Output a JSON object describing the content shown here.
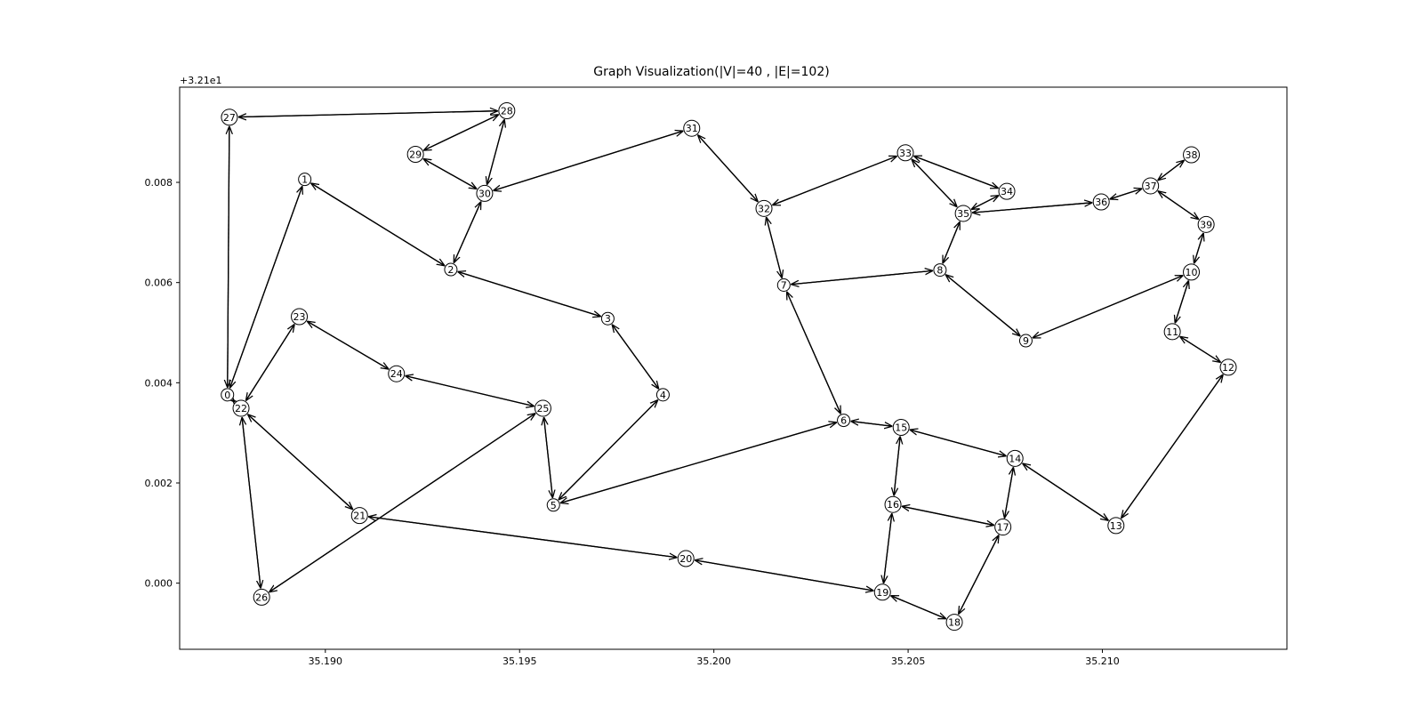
{
  "chart_data": {
    "type": "graph",
    "title": "Graph Visualization(|V|=40 , |E|=102)",
    "y_offset_label": "+3.21e1",
    "xlim": [
      35.18625,
      35.21475
    ],
    "ylim": [
      32.09868,
      32.1099
    ],
    "x_ticks": [
      {
        "value": 35.19,
        "label": "35.190"
      },
      {
        "value": 35.195,
        "label": "35.195"
      },
      {
        "value": 35.2,
        "label": "35.200"
      },
      {
        "value": 35.205,
        "label": "35.205"
      },
      {
        "value": 35.21,
        "label": "35.210"
      }
    ],
    "y_ticks": [
      {
        "value": 32.1,
        "label": "0.000"
      },
      {
        "value": 32.102,
        "label": "0.002"
      },
      {
        "value": 32.104,
        "label": "0.004"
      },
      {
        "value": 32.106,
        "label": "0.006"
      },
      {
        "value": 32.108,
        "label": "0.008"
      }
    ],
    "nodes": [
      {
        "id": "0",
        "x": 35.18748,
        "y": 32.10376
      },
      {
        "id": "1",
        "x": 35.18947,
        "y": 32.10806
      },
      {
        "id": "2",
        "x": 35.19323,
        "y": 32.10626
      },
      {
        "id": "3",
        "x": 35.19727,
        "y": 32.10528
      },
      {
        "id": "4",
        "x": 35.19869,
        "y": 32.10376
      },
      {
        "id": "5",
        "x": 35.19587,
        "y": 32.10156
      },
      {
        "id": "6",
        "x": 35.20334,
        "y": 32.10325
      },
      {
        "id": "7",
        "x": 35.2018,
        "y": 32.10595
      },
      {
        "id": "8",
        "x": 35.20582,
        "y": 32.10625
      },
      {
        "id": "9",
        "x": 35.20803,
        "y": 32.10484
      },
      {
        "id": "10",
        "x": 35.21229,
        "y": 32.10621
      },
      {
        "id": "11",
        "x": 35.2118,
        "y": 32.10502
      },
      {
        "id": "12",
        "x": 35.21324,
        "y": 32.10431
      },
      {
        "id": "13",
        "x": 35.21035,
        "y": 32.10115
      },
      {
        "id": "14",
        "x": 35.20775,
        "y": 32.10249
      },
      {
        "id": "15",
        "x": 35.20482,
        "y": 32.10311
      },
      {
        "id": "16",
        "x": 35.20461,
        "y": 32.10157
      },
      {
        "id": "17",
        "x": 35.20744,
        "y": 32.10112
      },
      {
        "id": "18",
        "x": 35.20619,
        "y": 32.09922
      },
      {
        "id": "19",
        "x": 35.20434,
        "y": 32.09982
      },
      {
        "id": "20",
        "x": 35.19928,
        "y": 32.10049
      },
      {
        "id": "21",
        "x": 35.19088,
        "y": 32.10135
      },
      {
        "id": "22",
        "x": 35.18783,
        "y": 32.10349
      },
      {
        "id": "23",
        "x": 35.18933,
        "y": 32.10532
      },
      {
        "id": "24",
        "x": 35.19183,
        "y": 32.10418
      },
      {
        "id": "25",
        "x": 35.1956,
        "y": 32.10349
      },
      {
        "id": "26",
        "x": 35.18836,
        "y": 32.09972
      },
      {
        "id": "27",
        "x": 35.18753,
        "y": 32.1093
      },
      {
        "id": "28",
        "x": 35.19467,
        "y": 32.10943
      },
      {
        "id": "29",
        "x": 35.19232,
        "y": 32.10856
      },
      {
        "id": "30",
        "x": 35.1941,
        "y": 32.10778
      },
      {
        "id": "31",
        "x": 35.19943,
        "y": 32.10908
      },
      {
        "id": "32",
        "x": 35.20129,
        "y": 32.10748
      },
      {
        "id": "33",
        "x": 35.20493,
        "y": 32.10859
      },
      {
        "id": "34",
        "x": 35.20754,
        "y": 32.10782
      },
      {
        "id": "35",
        "x": 35.20642,
        "y": 32.10738
      },
      {
        "id": "36",
        "x": 35.20997,
        "y": 32.10761
      },
      {
        "id": "37",
        "x": 35.21124,
        "y": 32.10793
      },
      {
        "id": "38",
        "x": 35.21229,
        "y": 32.10855
      },
      {
        "id": "39",
        "x": 35.21267,
        "y": 32.10716
      }
    ],
    "edges": [
      [
        "0",
        "1"
      ],
      [
        "1",
        "0"
      ],
      [
        "0",
        "22"
      ],
      [
        "22",
        "0"
      ],
      [
        "0",
        "27"
      ],
      [
        "27",
        "0"
      ],
      [
        "1",
        "2"
      ],
      [
        "2",
        "1"
      ],
      [
        "2",
        "3"
      ],
      [
        "3",
        "2"
      ],
      [
        "2",
        "30"
      ],
      [
        "30",
        "2"
      ],
      [
        "3",
        "4"
      ],
      [
        "4",
        "3"
      ],
      [
        "4",
        "5"
      ],
      [
        "5",
        "4"
      ],
      [
        "5",
        "6"
      ],
      [
        "6",
        "5"
      ],
      [
        "5",
        "25"
      ],
      [
        "25",
        "5"
      ],
      [
        "6",
        "7"
      ],
      [
        "7",
        "6"
      ],
      [
        "6",
        "15"
      ],
      [
        "15",
        "6"
      ],
      [
        "7",
        "8"
      ],
      [
        "8",
        "7"
      ],
      [
        "7",
        "32"
      ],
      [
        "32",
        "7"
      ],
      [
        "8",
        "9"
      ],
      [
        "9",
        "8"
      ],
      [
        "8",
        "35"
      ],
      [
        "35",
        "8"
      ],
      [
        "9",
        "10"
      ],
      [
        "10",
        "9"
      ],
      [
        "10",
        "11"
      ],
      [
        "11",
        "10"
      ],
      [
        "10",
        "39"
      ],
      [
        "39",
        "10"
      ],
      [
        "11",
        "12"
      ],
      [
        "12",
        "11"
      ],
      [
        "12",
        "13"
      ],
      [
        "13",
        "12"
      ],
      [
        "13",
        "14"
      ],
      [
        "14",
        "13"
      ],
      [
        "14",
        "15"
      ],
      [
        "15",
        "14"
      ],
      [
        "14",
        "17"
      ],
      [
        "17",
        "14"
      ],
      [
        "15",
        "16"
      ],
      [
        "16",
        "15"
      ],
      [
        "16",
        "17"
      ],
      [
        "17",
        "16"
      ],
      [
        "16",
        "19"
      ],
      [
        "19",
        "16"
      ],
      [
        "17",
        "18"
      ],
      [
        "18",
        "17"
      ],
      [
        "18",
        "19"
      ],
      [
        "19",
        "18"
      ],
      [
        "19",
        "20"
      ],
      [
        "20",
        "19"
      ],
      [
        "20",
        "21"
      ],
      [
        "21",
        "20"
      ],
      [
        "21",
        "22"
      ],
      [
        "22",
        "21"
      ],
      [
        "22",
        "23"
      ],
      [
        "23",
        "22"
      ],
      [
        "22",
        "26"
      ],
      [
        "26",
        "22"
      ],
      [
        "23",
        "24"
      ],
      [
        "24",
        "23"
      ],
      [
        "24",
        "25"
      ],
      [
        "25",
        "24"
      ],
      [
        "25",
        "26"
      ],
      [
        "26",
        "25"
      ],
      [
        "27",
        "28"
      ],
      [
        "28",
        "27"
      ],
      [
        "28",
        "29"
      ],
      [
        "29",
        "28"
      ],
      [
        "28",
        "30"
      ],
      [
        "30",
        "28"
      ],
      [
        "29",
        "30"
      ],
      [
        "30",
        "29"
      ],
      [
        "30",
        "31"
      ],
      [
        "31",
        "30"
      ],
      [
        "31",
        "32"
      ],
      [
        "32",
        "31"
      ],
      [
        "32",
        "33"
      ],
      [
        "33",
        "32"
      ],
      [
        "33",
        "34"
      ],
      [
        "34",
        "33"
      ],
      [
        "33",
        "35"
      ],
      [
        "35",
        "33"
      ],
      [
        "34",
        "35"
      ],
      [
        "35",
        "34"
      ],
      [
        "35",
        "36"
      ],
      [
        "36",
        "35"
      ],
      [
        "36",
        "37"
      ],
      [
        "37",
        "36"
      ],
      [
        "37",
        "38"
      ],
      [
        "38",
        "37"
      ],
      [
        "37",
        "39"
      ],
      [
        "39",
        "37"
      ]
    ]
  }
}
